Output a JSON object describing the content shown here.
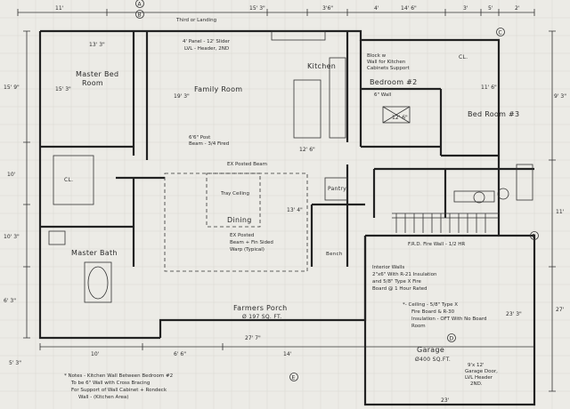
{
  "rooms": {
    "master_bed": [
      "Master Bed",
      "Room"
    ],
    "family_room": "Family Room",
    "kitchen": "Kitchen",
    "bedroom2": "Bedroom #2",
    "bedroom3": "Bed Room #3",
    "dining": "Dining",
    "master_bath": "Master Bath",
    "pantry": "Pantry",
    "garage": "Garage",
    "garage_area": "Ø400 SQ.FT.",
    "farmers_porch": "Farmers Porch",
    "porch_area": "Ø 197 SQ. FT.",
    "cl_master": "CL.",
    "cl_bed2": "CL.",
    "bench": "Bench"
  },
  "notes": {
    "landing": "Third or Landing",
    "slider": [
      "4' Panel - 12' Slider",
      "LVL - Header, 2ND"
    ],
    "block_wall": [
      "Block w",
      "Wall for Kitchen",
      "Cabinets Support"
    ],
    "six_wall": "6\" Wall",
    "beam_top": [
      "6'6\" Post",
      "Beam - 3/4 Fired"
    ],
    "ex_posted": "EX Posted Beam",
    "tray": "Tray Ceiling",
    "dining_post": [
      "EX Posted",
      "Beam + Fin Sided",
      "Warp (Typical)"
    ],
    "fire_wall": "F.R.D. Fire Wall - 1/2 HR",
    "interior": [
      "Interior Walls",
      "2\"x6\" With R-21 Insulation",
      "and 5/8\" Type X Fire",
      "Board @ 1 Hour Rated"
    ],
    "ceiling": [
      "*- Ceiling - 5/8\" Type X",
      "Fire Board & R-30",
      "Insulation - OFT With No Board",
      "Room"
    ],
    "garage_door": [
      "9'x 12'",
      "Garage Door,",
      "LVL Header",
      "2ND."
    ],
    "footnote": [
      "* Notes - Kitchen Wall Between Bedroom #2",
      "To be 6\" Wall with Cross Bracing",
      "For Support of Wall Cabinet + Rondeck",
      "Wall - (Kitchen Area)"
    ]
  },
  "dims": {
    "top": [
      "11'",
      "15' 3\"",
      "3'6\"",
      "4'",
      "14' 6\"",
      "3'",
      "5'",
      "2'"
    ],
    "master_w": "13' 3\"",
    "master_h": "15' 3\"",
    "family_h": "19' 3\"",
    "kitchen_w": "12' 6\"",
    "bed2_w": "12' 6\"",
    "bed3_w": "11' 6\"",
    "dining_h": "13' 4\"",
    "porch_w": "27' 7\"",
    "left_h": [
      "15' 9\"",
      "10'",
      "10' 3\"",
      "6' 3\""
    ],
    "right_h": [
      "9' 3\"",
      "11'",
      "27'"
    ],
    "bottom": [
      "5' 3\"",
      "10'",
      "6' 6\"",
      "14'",
      "23'"
    ],
    "garage_h": "23' 3\""
  },
  "markers": [
    "A",
    "B",
    "C",
    "D",
    "E",
    "F"
  ]
}
